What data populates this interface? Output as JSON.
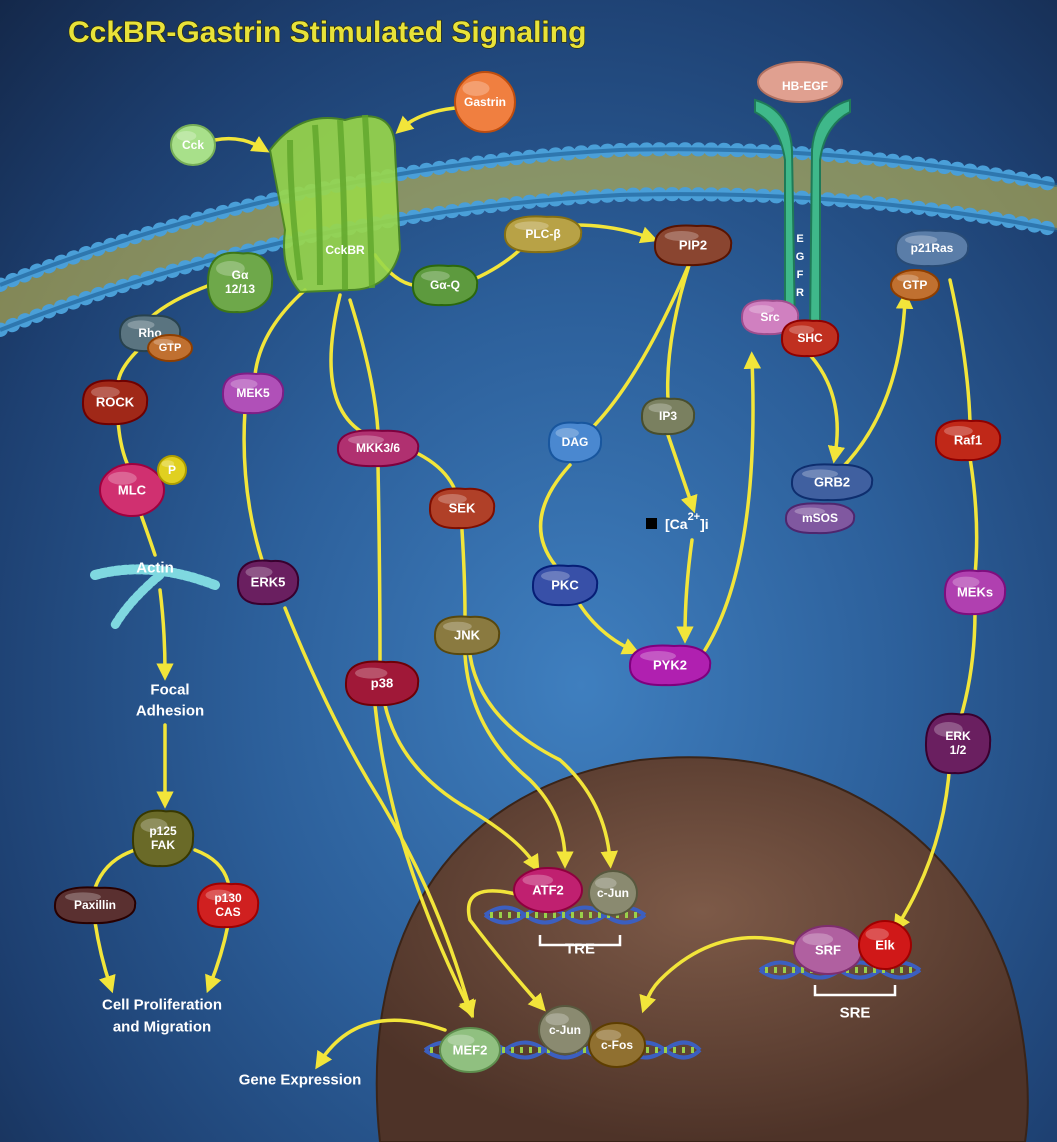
{
  "title": "CckBR-Gastrin Stimulated Signaling",
  "colors": {
    "arrow": "#f2e53a",
    "membrane": "#4a9fd8",
    "nucleus": "#6b4a3a",
    "title": "#e8e23a",
    "background": "#2c5f9a"
  },
  "nodes": {
    "cck": "Cck",
    "gastrin": "Gastrin",
    "hb_egf": "HB-EGF",
    "cckbr": "CckBR",
    "egfr_letters": [
      "E",
      "G",
      "F",
      "R"
    ],
    "galpha_1213_a": "Gα",
    "galpha_1213_b": "12/13",
    "galpha_q": "Gα-Q",
    "plc_beta": "PLC-β",
    "pip2": "PIP2",
    "p21ras": "p21Ras",
    "gtp_ras": "GTP",
    "src": "Src",
    "shc": "SHC",
    "rho": "Rho",
    "gtp_rho": "GTP",
    "rock": "ROCK",
    "mlc": "MLC",
    "p": "P",
    "actin": "Actin",
    "mek5": "MEK5",
    "mkk36": "MKK3/6",
    "sek": "SEK",
    "erk5": "ERK5",
    "p38": "p38",
    "jnk": "JNK",
    "dag": "DAG",
    "ip3": "IP3",
    "ca_a": "[Ca",
    "ca_sup": "2+",
    "ca_b": "]i",
    "pkc": "PKC",
    "pyk2": "PYK2",
    "grb2": "GRB2",
    "msos": "mSOS",
    "raf1": "Raf1",
    "meks": "MEKs",
    "erk12_a": "ERK",
    "erk12_b": "1/2",
    "focal_a": "Focal",
    "focal_b": "Adhesion",
    "fak_a": "p125",
    "fak_b": "FAK",
    "paxillin": "Paxillin",
    "cas_a": "p130",
    "cas_b": "CAS",
    "prolif_a": "Cell Proliferation",
    "prolif_b": "and Migration",
    "atf2": "ATF2",
    "cjun_top": "c-Jun",
    "tre": "TRE",
    "srf": "SRF",
    "elk": "Elk",
    "sre": "SRE",
    "mef2": "MEF2",
    "cjun_bottom": "c-Jun",
    "cfos": "c-Fos",
    "gene_expression": "Gene Expression"
  }
}
